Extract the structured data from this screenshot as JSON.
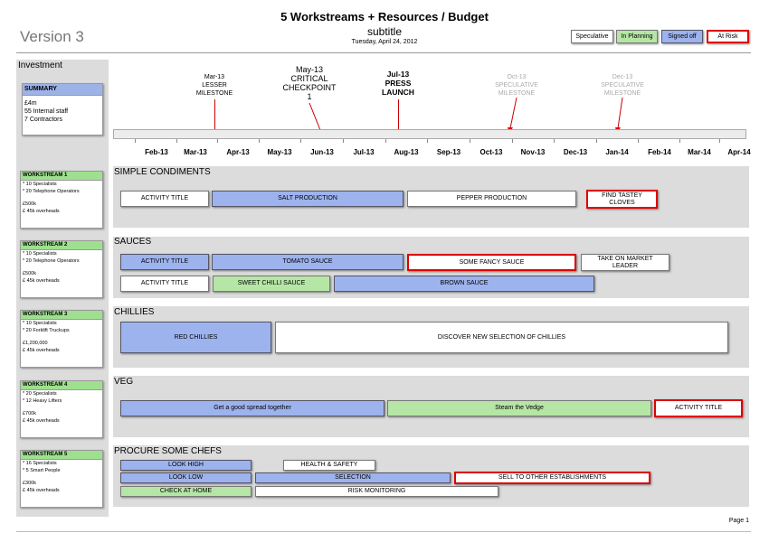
{
  "header": {
    "title": "5 Workstreams + Resources / Budget",
    "subtitle": "subtitle",
    "date": "Tuesday, April 24, 2012",
    "version": "Version 3"
  },
  "legend": {
    "speculative": "Speculative",
    "in_planning": "In Planning",
    "signed_off": "Signed off",
    "at_risk": "At Risk"
  },
  "colors": {
    "signed_off": "#9db3ee",
    "in_planning": "#b6e6a6",
    "at_risk": "#dd0000",
    "speculative": "#ffffff",
    "band": "#dcdcdc"
  },
  "investment": {
    "label": "Investment",
    "summary_head": "SUMMARY",
    "lines": [
      "£4m",
      "55 Internal staff",
      "7 Contractors"
    ]
  },
  "timeline": {
    "months": [
      "Feb-13",
      "Mar-13",
      "Apr-13",
      "May-13",
      "Jun-13",
      "Jul-13",
      "Aug-13",
      "Sep-13",
      "Oct-13",
      "Nov-13",
      "Dec-13",
      "Jan-14",
      "Feb-14",
      "Mar-14",
      "Apr-14"
    ]
  },
  "milestones": [
    {
      "date": "Mar-13",
      "title": "LESSER MILESTONE",
      "style": "lesser"
    },
    {
      "date": "May-13",
      "title": "CRITICAL CHECKPOINT 1",
      "style": "critical"
    },
    {
      "date": "Jul-13",
      "title": "PRESS LAUNCH",
      "style": "launch"
    },
    {
      "date": "Oct-13",
      "title": "SPECULATIVE MILESTONE",
      "style": "speculative"
    },
    {
      "date": "Dec-13",
      "title": "SPECULATIVE MILESTONE",
      "style": "speculative"
    }
  ],
  "workstreams": [
    {
      "head": "WORKSTREAM 1",
      "lines": [
        "* 10 Specialists",
        "* 20 Telephone Operators",
        "",
        "£500k",
        "£ 45k overheads"
      ]
    },
    {
      "head": "WORKSTREAM 2",
      "lines": [
        "* 10 Specialists",
        "* 20 Telephone Operators",
        "",
        "£500k",
        "£ 45k overheads"
      ]
    },
    {
      "head": "WORKSTREAM 3",
      "lines": [
        "* 10 Specialists",
        "* 20 Forklift Truckups",
        "",
        "£1,200,000",
        "£ 45k overheads"
      ]
    },
    {
      "head": "WORKSTREAM 4",
      "lines": [
        "* 20 Specialists",
        "* 12 Heavy Lifters",
        "",
        "£700k",
        "£ 45k overheads"
      ]
    },
    {
      "head": "WORKSTREAM 5",
      "lines": [
        "* 16 Specialists",
        "* 5 Smart People",
        "",
        "£300k",
        "£ 45k overheads"
      ]
    }
  ],
  "bands": [
    {
      "title": "SIMPLE CONDIMENTS",
      "activities": [
        {
          "label": "ACTIVITY TITLE",
          "status": "speculative"
        },
        {
          "label": "SALT PRODUCTION",
          "status": "signed_off"
        },
        {
          "label": "PEPPER PRODUCTION",
          "status": "speculative"
        },
        {
          "label": "FIND TASTEY CLOVES",
          "status": "at_risk"
        }
      ]
    },
    {
      "title": "SAUCES",
      "activities": [
        {
          "label": "ACTIVITY TITLE",
          "status": "signed_off"
        },
        {
          "label": "TOMATO SAUCE",
          "status": "signed_off"
        },
        {
          "label": "SOME FANCY SAUCE",
          "status": "at_risk"
        },
        {
          "label": "TAKE ON MARKET LEADER",
          "status": "speculative"
        },
        {
          "label": "ACTIVITY TITLE",
          "status": "speculative"
        },
        {
          "label": "SWEET CHILLI SAUCE",
          "status": "in_planning"
        },
        {
          "label": "BROWN SAUCE",
          "status": "signed_off"
        }
      ]
    },
    {
      "title": "CHILLIES",
      "activities": [
        {
          "label": "RED CHILLIES",
          "status": "signed_off"
        },
        {
          "label": "DISCOVER NEW SELECTION OF CHILLIES",
          "status": "speculative"
        }
      ]
    },
    {
      "title": "VEG",
      "activities": [
        {
          "label": "Get a good spread together",
          "status": "signed_off"
        },
        {
          "label": "Steam the Vedge",
          "status": "in_planning"
        },
        {
          "label": "ACTIVITY TITLE",
          "status": "at_risk"
        }
      ]
    },
    {
      "title": "PROCURE SOME CHEFS",
      "activities": [
        {
          "label": "LOOK HIGH",
          "status": "signed_off"
        },
        {
          "label": "HEALTH & SAFETY",
          "status": "speculative"
        },
        {
          "label": "LOOK LOW",
          "status": "signed_off"
        },
        {
          "label": "SELECTION",
          "status": "signed_off"
        },
        {
          "label": "SELL TO OTHER ESTABLISHMENTS",
          "status": "at_risk"
        },
        {
          "label": "CHECK AT HOME",
          "status": "in_planning"
        },
        {
          "label": "RISK MONITORING",
          "status": "speculative"
        }
      ]
    }
  ],
  "footer": {
    "page": "Page 1"
  }
}
